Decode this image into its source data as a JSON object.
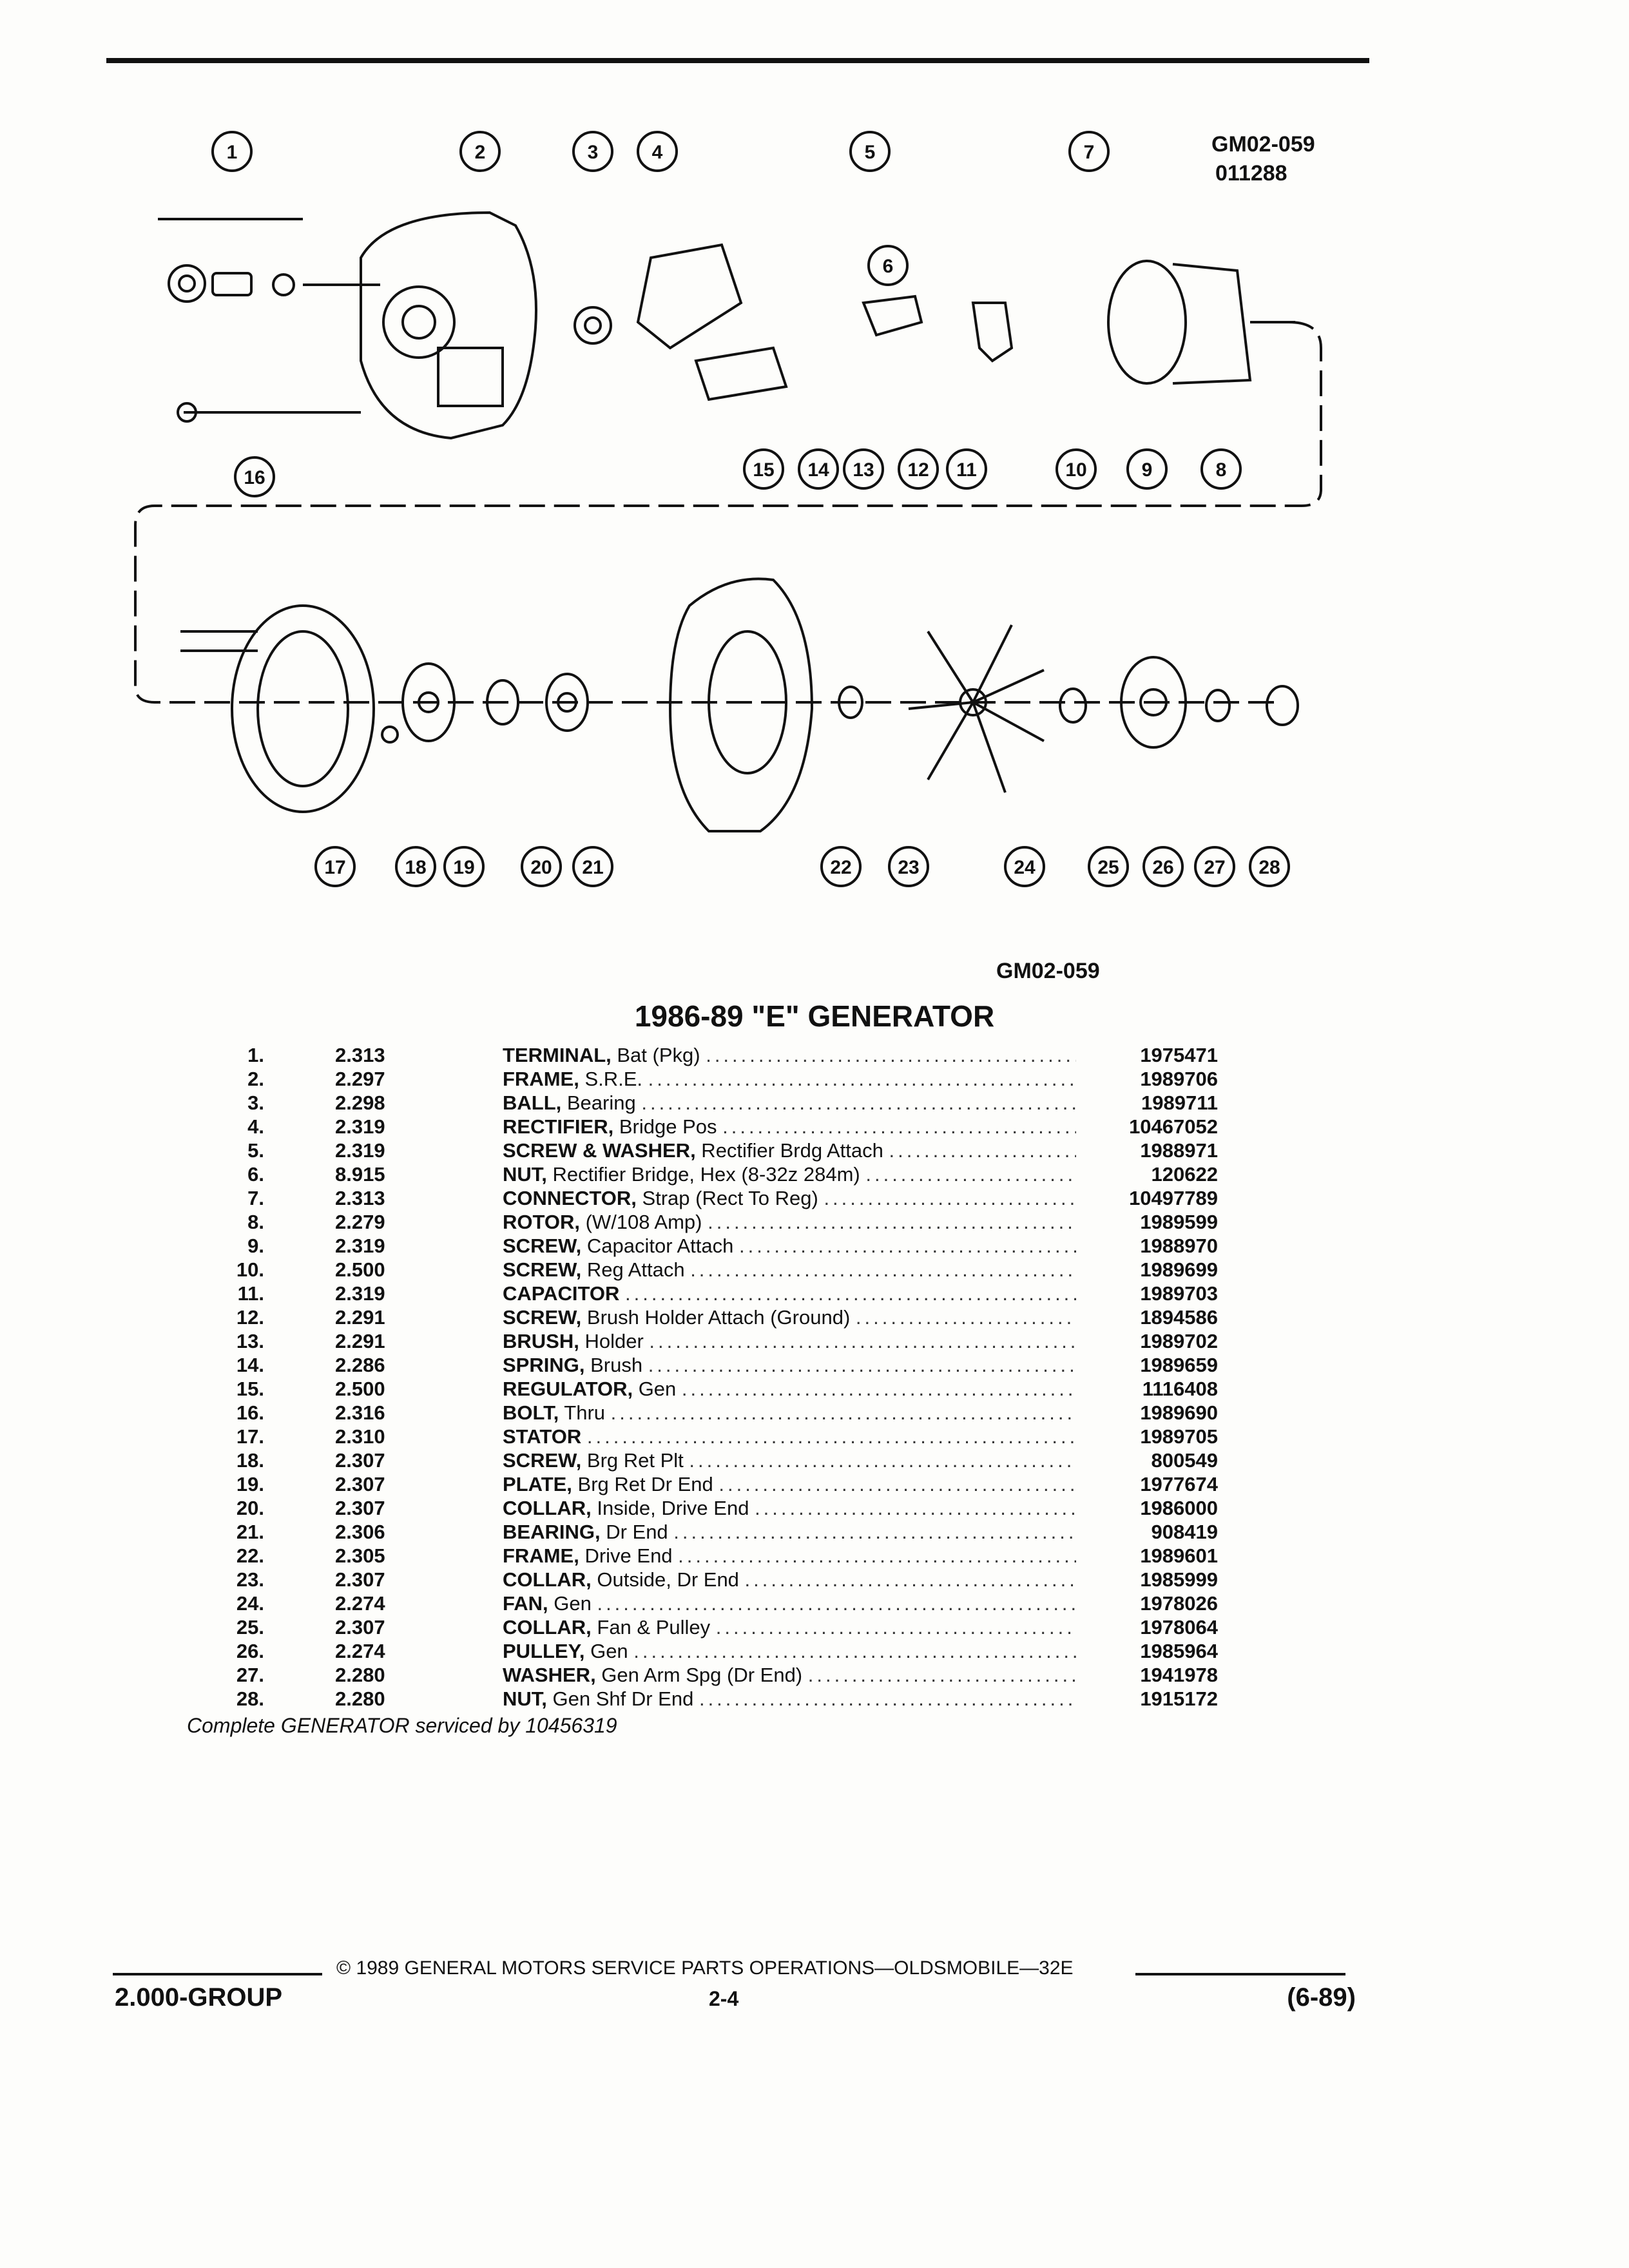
{
  "diagram": {
    "ref_code": "GM02-059",
    "ref_date": "011288",
    "bottom_ref_code": "GM02-059",
    "callouts": [
      "1",
      "2",
      "3",
      "4",
      "5",
      "6",
      "7",
      "8",
      "9",
      "10",
      "11",
      "12",
      "13",
      "14",
      "15",
      "16",
      "17",
      "18",
      "19",
      "20",
      "21",
      "22",
      "23",
      "24",
      "25",
      "26",
      "27",
      "28"
    ]
  },
  "title": "1986-89 \"E\" GENERATOR",
  "parts": [
    {
      "num": "1.",
      "group": "2.313",
      "name": "TERMINAL,",
      "detail": "Bat (Pkg)",
      "part": "1975471"
    },
    {
      "num": "2.",
      "group": "2.297",
      "name": "FRAME,",
      "detail": "S.R.E.",
      "part": "1989706"
    },
    {
      "num": "3.",
      "group": "2.298",
      "name": "BALL,",
      "detail": "Bearing",
      "part": "1989711"
    },
    {
      "num": "4.",
      "group": "2.319",
      "name": "RECTIFIER,",
      "detail": "Bridge Pos",
      "part": "10467052"
    },
    {
      "num": "5.",
      "group": "2.319",
      "name": "SCREW & WASHER,",
      "detail": "Rectifier Brdg Attach",
      "part": "1988971"
    },
    {
      "num": "6.",
      "group": "8.915",
      "name": "NUT,",
      "detail": "Rectifier Bridge, Hex (8-32z 284m)",
      "part": "120622"
    },
    {
      "num": "7.",
      "group": "2.313",
      "name": "CONNECTOR,",
      "detail": "Strap (Rect To Reg)",
      "part": "10497789"
    },
    {
      "num": "8.",
      "group": "2.279",
      "name": "ROTOR,",
      "detail": "(W/108 Amp)",
      "part": "1989599"
    },
    {
      "num": "9.",
      "group": "2.319",
      "name": "SCREW,",
      "detail": "Capacitor Attach",
      "part": "1988970"
    },
    {
      "num": "10.",
      "group": "2.500",
      "name": "SCREW,",
      "detail": "Reg Attach",
      "part": "1989699"
    },
    {
      "num": "11.",
      "group": "2.319",
      "name": "CAPACITOR",
      "detail": "",
      "part": "1989703"
    },
    {
      "num": "12.",
      "group": "2.291",
      "name": "SCREW,",
      "detail": "Brush Holder Attach (Ground)",
      "part": "1894586"
    },
    {
      "num": "13.",
      "group": "2.291",
      "name": "BRUSH,",
      "detail": "Holder",
      "part": "1989702"
    },
    {
      "num": "14.",
      "group": "2.286",
      "name": "SPRING,",
      "detail": "Brush",
      "part": "1989659"
    },
    {
      "num": "15.",
      "group": "2.500",
      "name": "REGULATOR,",
      "detail": "Gen",
      "part": "1116408"
    },
    {
      "num": "16.",
      "group": "2.316",
      "name": "BOLT,",
      "detail": "Thru",
      "part": "1989690"
    },
    {
      "num": "17.",
      "group": "2.310",
      "name": "STATOR",
      "detail": "",
      "part": "1989705"
    },
    {
      "num": "18.",
      "group": "2.307",
      "name": "SCREW,",
      "detail": "Brg Ret Plt",
      "part": "800549"
    },
    {
      "num": "19.",
      "group": "2.307",
      "name": "PLATE,",
      "detail": "Brg Ret Dr End",
      "part": "1977674"
    },
    {
      "num": "20.",
      "group": "2.307",
      "name": "COLLAR,",
      "detail": "Inside, Drive End",
      "part": "1986000"
    },
    {
      "num": "21.",
      "group": "2.306",
      "name": "BEARING,",
      "detail": "Dr End",
      "part": "908419"
    },
    {
      "num": "22.",
      "group": "2.305",
      "name": "FRAME,",
      "detail": "Drive End",
      "part": "1989601"
    },
    {
      "num": "23.",
      "group": "2.307",
      "name": "COLLAR,",
      "detail": "Outside, Dr End",
      "part": "1985999"
    },
    {
      "num": "24.",
      "group": "2.274",
      "name": "FAN,",
      "detail": "Gen",
      "part": "1978026"
    },
    {
      "num": "25.",
      "group": "2.307",
      "name": "COLLAR,",
      "detail": "Fan & Pulley",
      "part": "1978064"
    },
    {
      "num": "26.",
      "group": "2.274",
      "name": "PULLEY,",
      "detail": "Gen",
      "part": "1985964"
    },
    {
      "num": "27.",
      "group": "2.280",
      "name": "WASHER,",
      "detail": "Gen Arm Spg (Dr End)",
      "part": "1941978"
    },
    {
      "num": "28.",
      "group": "2.280",
      "name": "NUT,",
      "detail": "Gen Shf Dr End",
      "part": "1915172"
    }
  ],
  "note": "Complete GENERATOR serviced by 10456319",
  "footer": {
    "copyright": "© 1989 GENERAL MOTORS SERVICE PARTS OPERATIONS—OLDSMOBILE—32E",
    "group": "2.000-GROUP",
    "page": "2-4",
    "date": "(6-89)"
  }
}
